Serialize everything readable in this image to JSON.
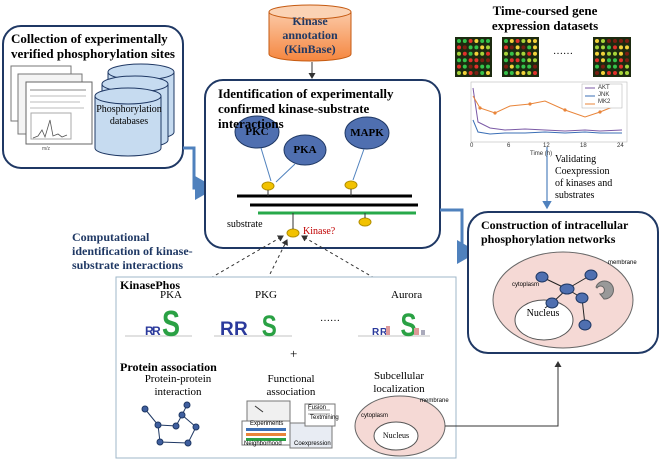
{
  "collection": {
    "title_line1": "Collection of experimentally",
    "title_line2": "verified phosphorylation  sites",
    "db_label_line1": "Phosphorylation",
    "db_label_line2": "databases"
  },
  "kinase_annotation": {
    "line1": "Kinase",
    "line2": "annotation",
    "line3": "(KinBase)"
  },
  "timecourse": {
    "title_line1": "Time-coursed gene",
    "title_line2": "expression datasets",
    "dots": "……",
    "legend": [
      "AKT",
      "JNK",
      "MK2"
    ],
    "x_ticks": [
      "0",
      "6",
      "12",
      "18",
      "24"
    ],
    "x_label": "Time (h)"
  },
  "identification": {
    "title_line1": "Identification of experimentally",
    "title_line2": "confirmed kinase-substrate interactions",
    "kinases": [
      "PKC",
      "PKA",
      "MAPK"
    ],
    "substrate_label": "substrate",
    "kinase_question": "Kinase?"
  },
  "validation": {
    "line1": "Validating",
    "line2": "Coexpression",
    "line3": "of kinases and",
    "line4": "substrates"
  },
  "network": {
    "title_line1": "Construction of intracellular",
    "title_line2": "phosphorylation  networks",
    "membrane_label": "membrane",
    "cytoplasm_label": "cytoplasm",
    "nucleus_label": "Nucleus"
  },
  "computational": {
    "line1": "Computational",
    "line2": "identification of kinase-",
    "line3": "substrate interactions"
  },
  "kinasephos": {
    "title": "KinasePhos",
    "motifs": [
      "PKA",
      "PKG",
      "Aurora"
    ],
    "dots": "……",
    "plus": "+"
  },
  "protein_association": {
    "title": "Protein association",
    "ppi_line1": "Protein-protein",
    "ppi_line2": "interaction",
    "functional_line1": "Functional",
    "functional_line2": "association",
    "functional_boxes": [
      "Experiments",
      "Neighborhood",
      "Coexpression",
      "Fusion",
      "Textmining"
    ],
    "subcellular_line1": "Subcellular",
    "subcellular_line2": "localization",
    "membrane_label": "membrane",
    "cytoplasm_label": "cytoplasm",
    "nucleus_label": "Nucleus"
  }
}
